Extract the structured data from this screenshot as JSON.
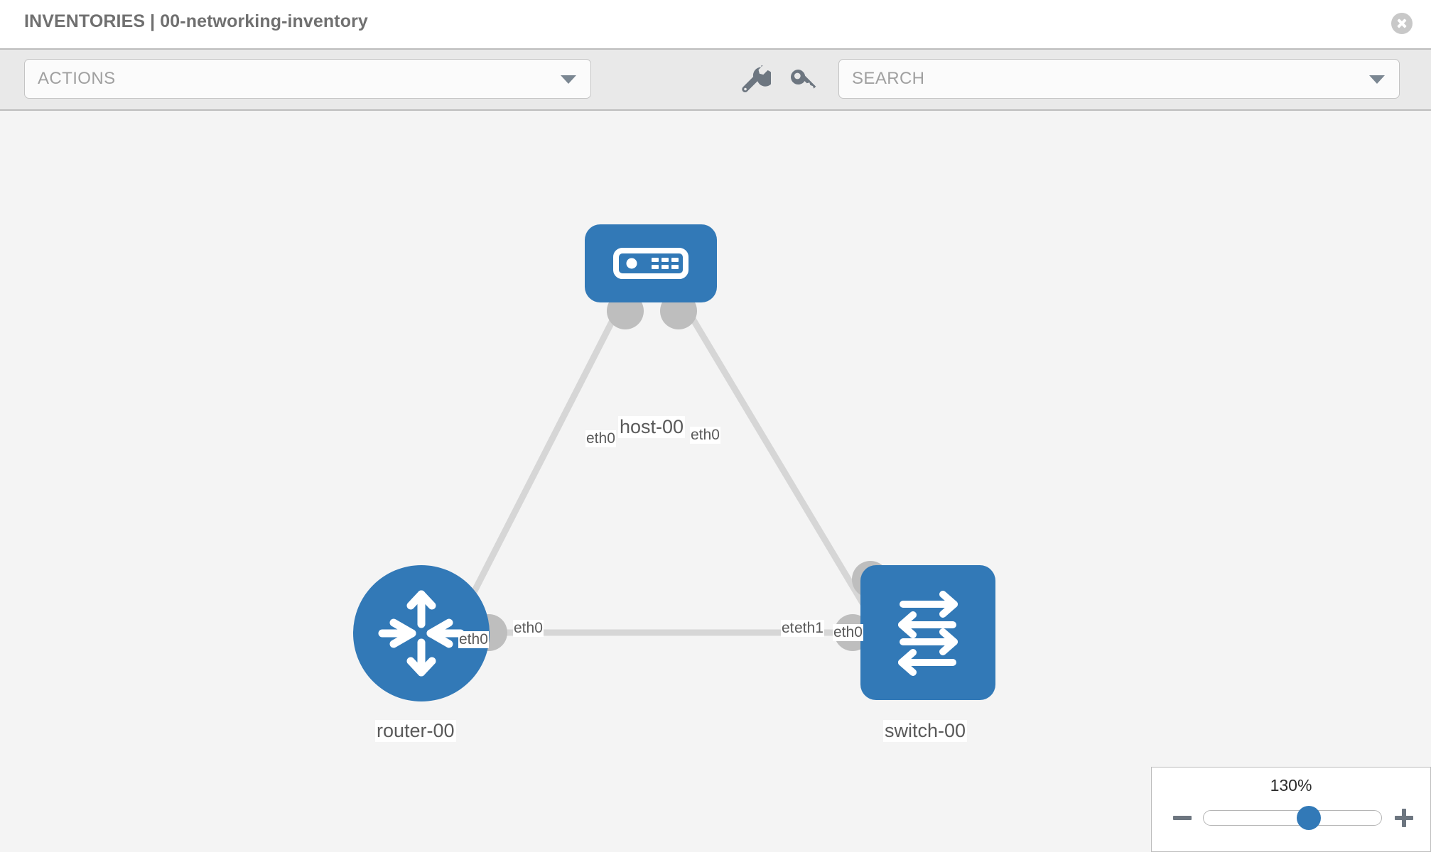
{
  "header": {
    "title": "INVENTORIES | 00-networking-inventory",
    "close_icon": "close-icon"
  },
  "toolbar": {
    "actions_label": "ACTIONS",
    "actions_caret": "chevron-down-icon",
    "wrench_icon": "wrench-icon",
    "key_icon": "key-icon",
    "search_placeholder": "SEARCH",
    "search_caret": "chevron-down-icon"
  },
  "topology": {
    "accent_color": "#3279b7",
    "link_color": "#d4d4d4",
    "connector_color": "#bebebe",
    "nodes": [
      {
        "id": "host-00",
        "label": "host-00",
        "icon": "server-icon",
        "shape": "rounded-rect"
      },
      {
        "id": "router-00",
        "label": "router-00",
        "icon": "router-icon",
        "shape": "circle"
      },
      {
        "id": "switch-00",
        "label": "switch-00",
        "icon": "switch-icon",
        "shape": "rounded-square"
      }
    ],
    "interfaces": {
      "host_left": "eth0",
      "host_right": "eth0",
      "router_up": "eth0",
      "switch_up": "eth0",
      "router_right": "eth0",
      "switch_left_a": "eth0",
      "switch_left_b": "eth1"
    }
  },
  "zoom_control": {
    "percent": "130%",
    "minus_label": "minus-icon",
    "plus_label": "plus-icon"
  }
}
